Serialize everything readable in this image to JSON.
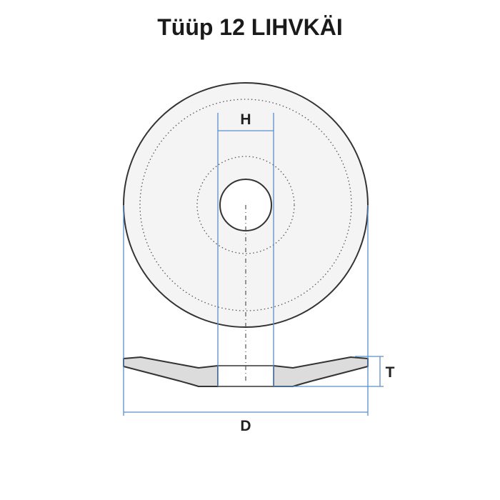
{
  "title": "Tüüp 12 LIHVKÄI",
  "labels": {
    "bore": "H",
    "thickness": "T",
    "diameter": "D"
  },
  "colors": {
    "outline": "#333333",
    "wheel_fill": "#f4f4f4",
    "section_fill": "#dcdcdc",
    "dimension_line": "#5b8fc9",
    "dotted": "#555555",
    "text": "#222222"
  }
}
